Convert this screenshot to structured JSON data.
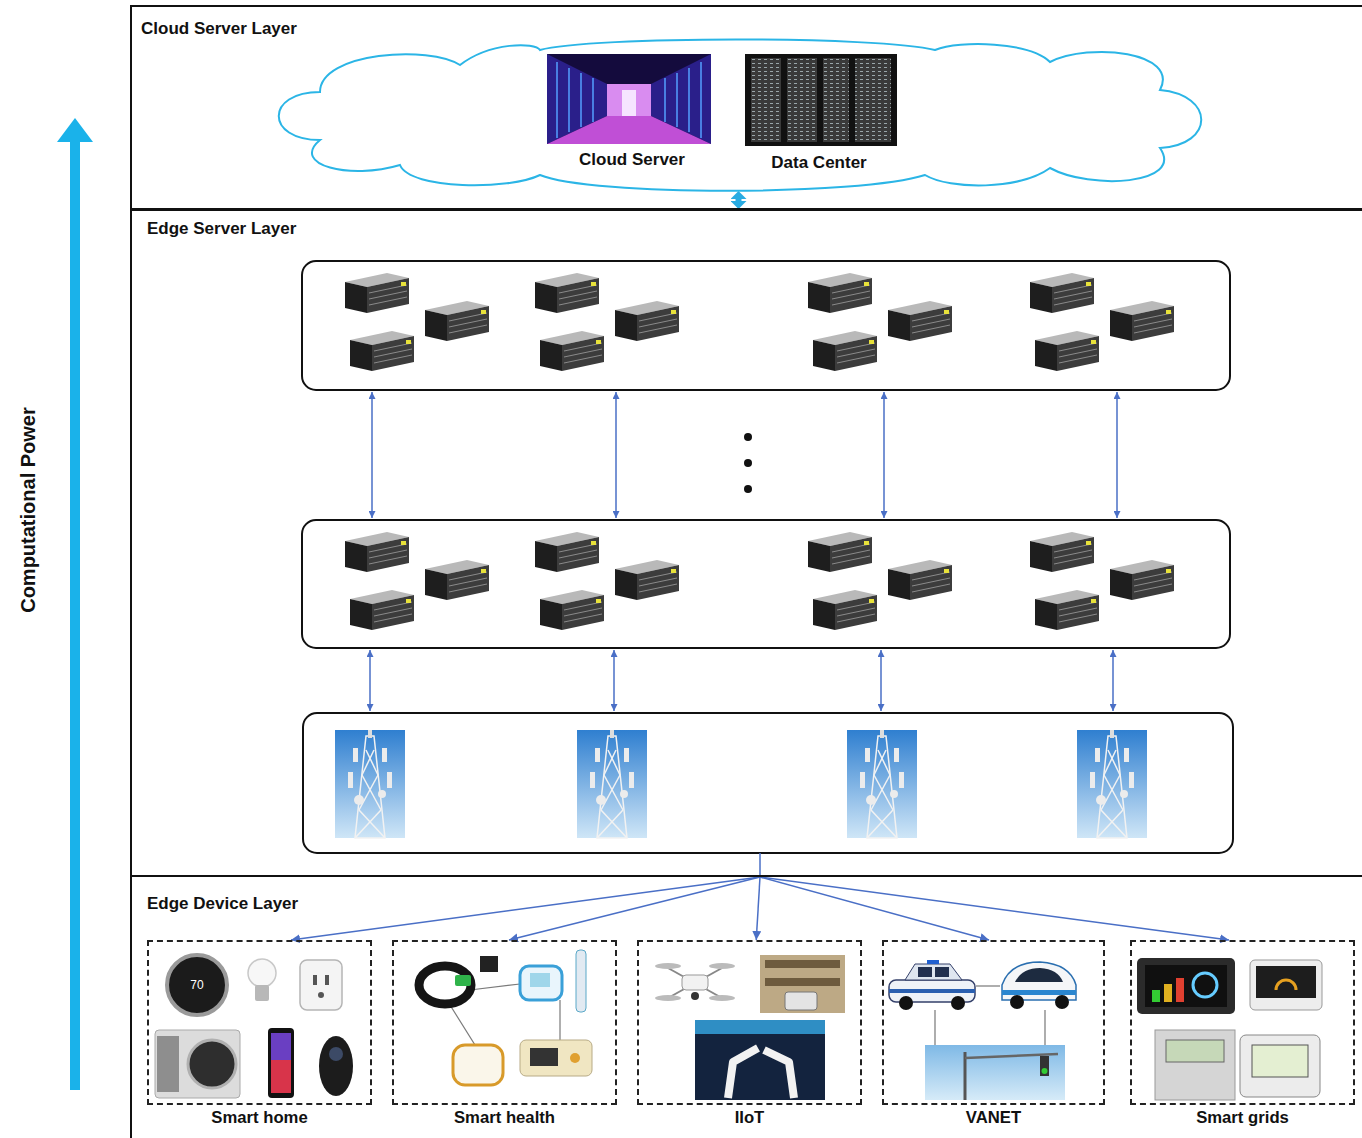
{
  "diagram": {
    "nodes": [
      {
        "text": [
          "Cloud Server Layer"
        ]
      },
      {
        "text": [
          "Cloud Server",
          "Data Center"
        ],
        "in": 0
      },
      {
        "text": [
          "Edge Server Layer"
        ]
      },
      {
        "text": [
          "Edge Device Layer"
        ]
      },
      {
        "text": [
          "Smart home"
        ],
        "in": 3
      },
      {
        "text": [
          "Smart health"
        ],
        "in": 3
      },
      {
        "text": [
          "IIoT"
        ],
        "in": 3
      },
      {
        "text": [
          "VANET"
        ],
        "in": 3
      },
      {
        "text": [
          "Smart grids"
        ],
        "in": 3
      }
    ],
    "edges": [
      {
        "from": 1,
        "to": 2,
        "arrow": "both"
      },
      {
        "from": 2,
        "to": 4,
        "arrow": "to"
      },
      {
        "from": 2,
        "to": 5,
        "arrow": "to"
      },
      {
        "from": 2,
        "to": 6,
        "arrow": "to"
      },
      {
        "from": 2,
        "to": 7,
        "arrow": "to"
      },
      {
        "from": 2,
        "to": 8,
        "arrow": "to"
      }
    ],
    "labels": [
      "Computational Power",
      "70"
    ]
  }
}
